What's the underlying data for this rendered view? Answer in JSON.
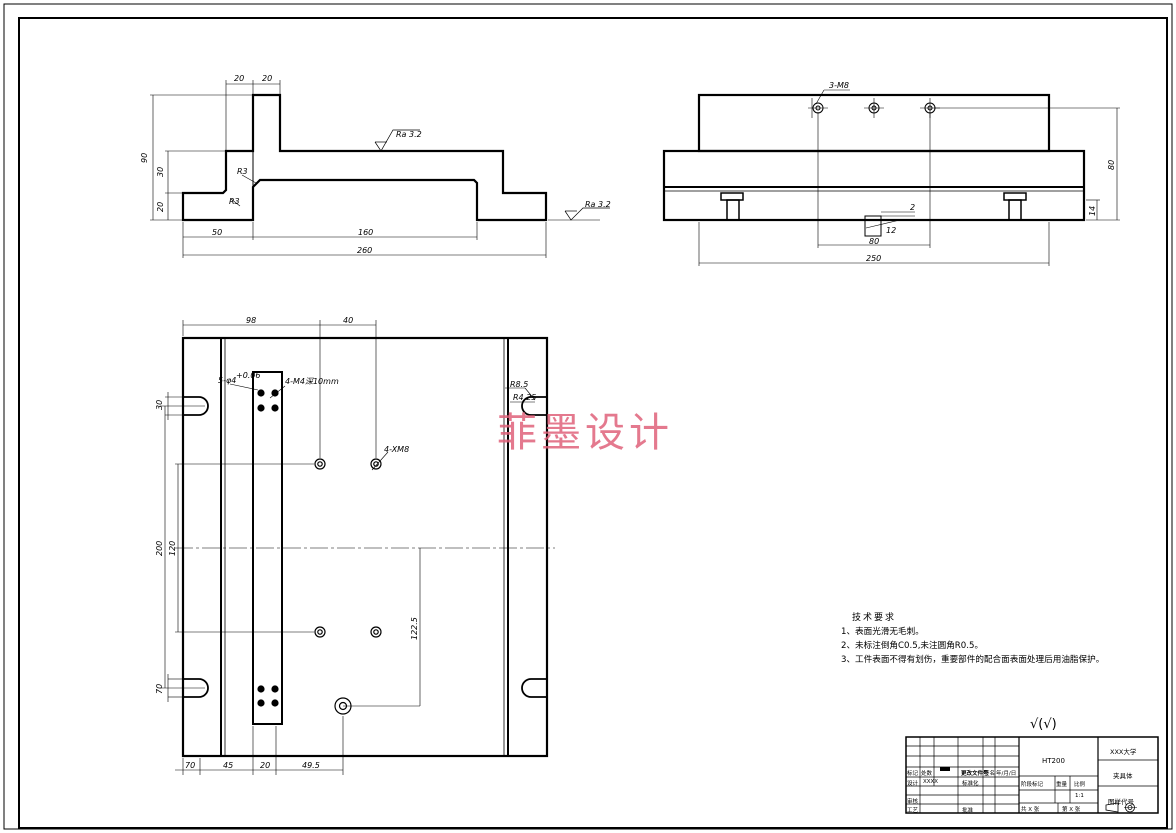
{
  "watermark": "菲墨设计",
  "technical_requirements": {
    "title": "技术要求",
    "items": [
      "1、表面光滑无毛刺。",
      "2、未标注倒角C0.5,未注圆角R0.5。",
      "3、工件表面不得有划伤，重要部件的配合面表面处理后用油脂保护。"
    ]
  },
  "front_view_dims": {
    "top_w1": "20",
    "top_w2": "20",
    "h_total": "90",
    "h_mid": "30",
    "h_base": "20",
    "r_upper": "R3",
    "r_lower": "R3",
    "left_w": "50",
    "mid_w": "160",
    "total_w": "260",
    "ra_top": "Ra 3.2",
    "ra_right": "Ra 3.2"
  },
  "side_view_dims": {
    "holes": "3-M8",
    "height": "80",
    "right_small": "14",
    "slot_h": "2",
    "slot_w": "12",
    "hole_spacing": "80",
    "total_w": "250"
  },
  "plan_view_dims": {
    "w98": "98",
    "w40": "40",
    "hole_spec_left": "5-φ4",
    "hole_tol": "+0.06",
    "hole_spec_mid": "4-M4深10mm",
    "thread": "4-XM8",
    "slot_r": "R8.5",
    "slot_r2": "R4.25",
    "v30": "30",
    "v200": "200",
    "v120": "120",
    "v1225": "122.5",
    "v70": "70",
    "b70": "70",
    "b45": "45",
    "b20": "20",
    "b495": "49.5"
  },
  "surface_symbol": "√(√)",
  "title_block": {
    "material": "HT200",
    "school": "XXX大学",
    "part_name": "夹具体",
    "drawing_no": "图样代号",
    "scale": "1:1",
    "stage_mark": "阶段标记",
    "weight": "重量",
    "ratio_label": "比例",
    "sheet_total": "共 X 张",
    "sheet_no": "第 X 张",
    "designer": "设计",
    "designer_name": "XXXX",
    "standardize": "标准化",
    "review": "审核",
    "process": "工艺",
    "approve": "批准",
    "mark": "标记",
    "count": "处数",
    "zone": "分区",
    "change_doc": "更改文件号",
    "sign": "签名",
    "date": "年/月/日"
  }
}
